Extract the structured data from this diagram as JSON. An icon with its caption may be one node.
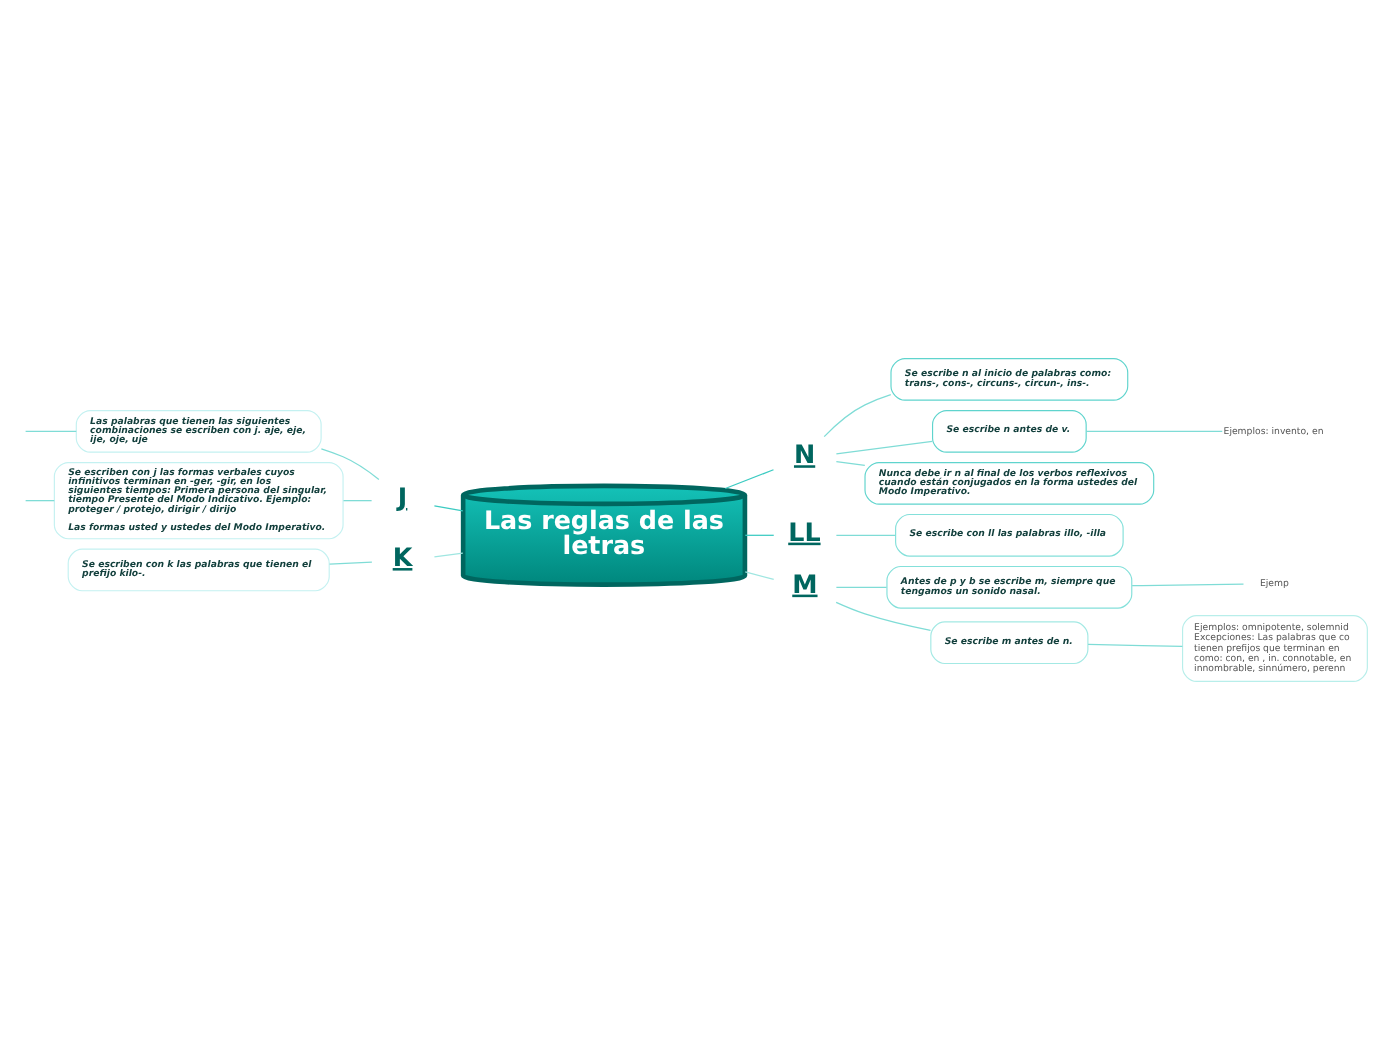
{
  "diagram": {
    "nodes": [
      {
        "text": [
          "Las reglas de las letras"
        ]
      },
      {
        "text": [
          "J"
        ]
      },
      {
        "text": [
          "Las palabras que tienen las siguientes combinaciones se escriben con j. aje, eje, ije, oje, uje"
        ]
      },
      {
        "text": [
          "Se escriben con j las formas verbales cuyos infinitivos terminan en -ger, -gir, en los siguientes tiempos: Primera persona del singular, tiempo Presente del Modo Indicativo. Ejemplo: proteger / protejo, dirigir / dirijo",
          "Las formas usted y ustedes del Modo Imperativo."
        ]
      },
      {
        "text": [
          "N"
        ]
      },
      {
        "text": [
          "Se escribe n al inicio de palabras como: trans-, cons-, circuns-, circun-, ins-."
        ]
      },
      {
        "text": [
          "Se escribe n antes de v."
        ]
      },
      {
        "text": [
          "Ejemplos: invento, en"
        ]
      },
      {
        "text": [
          "Nunca debe ir n al final de los verbos reflexivos cuando están conjugados en la forma ustedes del Modo Imperativo."
        ]
      },
      {
        "text": [
          "LL"
        ]
      },
      {
        "text": [
          "Se escribe con ll las palabras illo, -illa"
        ]
      },
      {
        "text": [
          "K"
        ]
      },
      {
        "text": [
          "Se escriben con k las palabras que tienen el prefijo kilo-."
        ]
      },
      {
        "text": [
          "M"
        ]
      },
      {
        "text": [
          "Antes de p y b se escribe m, siempre que tengamos un sonido nasal."
        ]
      },
      {
        "text": [
          "Ejemp"
        ]
      },
      {
        "text": [
          "Se escribe m antes de n."
        ]
      },
      {
        "text": [
          "Ejemplos: omnipotente, solemnid Excepciones: Las palabras que co tienen prefijos que terminan en como: con, en , in. connotable, en innombrable, sinnúmero, perenn"
        ]
      }
    ],
    "edges": [
      {
        "from": 1,
        "to": 0,
        "arrow": "none"
      },
      {
        "from": 2,
        "to": 1,
        "arrow": "none"
      },
      {
        "from": 3,
        "to": 1,
        "arrow": "none"
      },
      {
        "from": null,
        "to": 2,
        "arrow": "none"
      },
      {
        "from": null,
        "to": 3,
        "arrow": "none"
      },
      {
        "from": 0,
        "to": 4,
        "arrow": "none"
      },
      {
        "from": 4,
        "to": 5,
        "arrow": "none"
      },
      {
        "from": 4,
        "to": 6,
        "arrow": "none"
      },
      {
        "from": 6,
        "to": 7,
        "arrow": "none"
      },
      {
        "from": 4,
        "to": 8,
        "arrow": "none"
      },
      {
        "from": 0,
        "to": 9,
        "arrow": "none"
      },
      {
        "from": 9,
        "to": 10,
        "arrow": "none"
      },
      {
        "from": 11,
        "to": 0,
        "arrow": "none"
      },
      {
        "from": 12,
        "to": 11,
        "arrow": "none"
      },
      {
        "from": 0,
        "to": 13,
        "arrow": "none"
      },
      {
        "from": 13,
        "to": 14,
        "arrow": "none"
      },
      {
        "from": 14,
        "to": 15,
        "arrow": "none"
      },
      {
        "from": 13,
        "to": 16,
        "arrow": "none"
      },
      {
        "from": 16,
        "to": 17,
        "arrow": "none"
      }
    ]
  }
}
